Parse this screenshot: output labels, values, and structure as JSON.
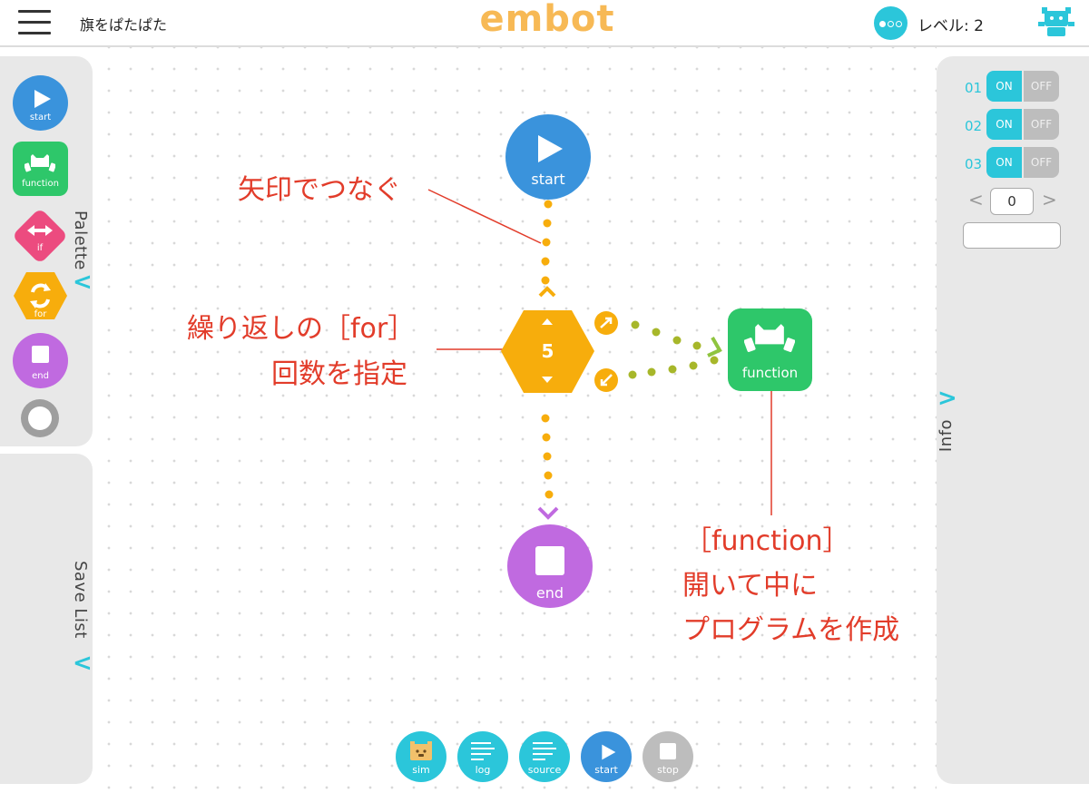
{
  "header": {
    "title": "旗をぱたぱた",
    "logo": "embot",
    "level_label": "レベル: 2"
  },
  "palette": {
    "label": "Palette",
    "items": [
      {
        "label": "start",
        "color": "#3a93dc"
      },
      {
        "label": "function",
        "color": "#2ec76a"
      },
      {
        "label": "if",
        "color": "#ec4b7f"
      },
      {
        "label": "for",
        "color": "#f7ad0c"
      },
      {
        "label": "end",
        "color": "#c06ae0"
      }
    ]
  },
  "save_list": {
    "label": "Save List"
  },
  "info": {
    "label": "Info",
    "switches": [
      {
        "num": "01",
        "on": "ON",
        "off": "OFF"
      },
      {
        "num": "02",
        "on": "ON",
        "off": "OFF"
      },
      {
        "num": "03",
        "on": "ON",
        "off": "OFF"
      }
    ],
    "counter_value": "0",
    "prev": "<",
    "next": ">"
  },
  "program": {
    "start_label": "start",
    "for_count": "5",
    "function_label": "function",
    "end_label": "end"
  },
  "annotations": {
    "arrow_note": "矢印でつなぐ",
    "for_note_1": "繰り返しの［for］",
    "for_note_2": "回数を指定",
    "func_note_1": "［function］",
    "func_note_2": "開いて中に",
    "func_note_3": "プログラムを作成"
  },
  "toolbar": [
    {
      "label": "sim",
      "color": "#2bc6da"
    },
    {
      "label": "log",
      "color": "#2bc6da"
    },
    {
      "label": "source",
      "color": "#2bc6da"
    },
    {
      "label": "start",
      "color": "#3a93dc"
    },
    {
      "label": "stop",
      "color": "#bdbdbd"
    }
  ]
}
